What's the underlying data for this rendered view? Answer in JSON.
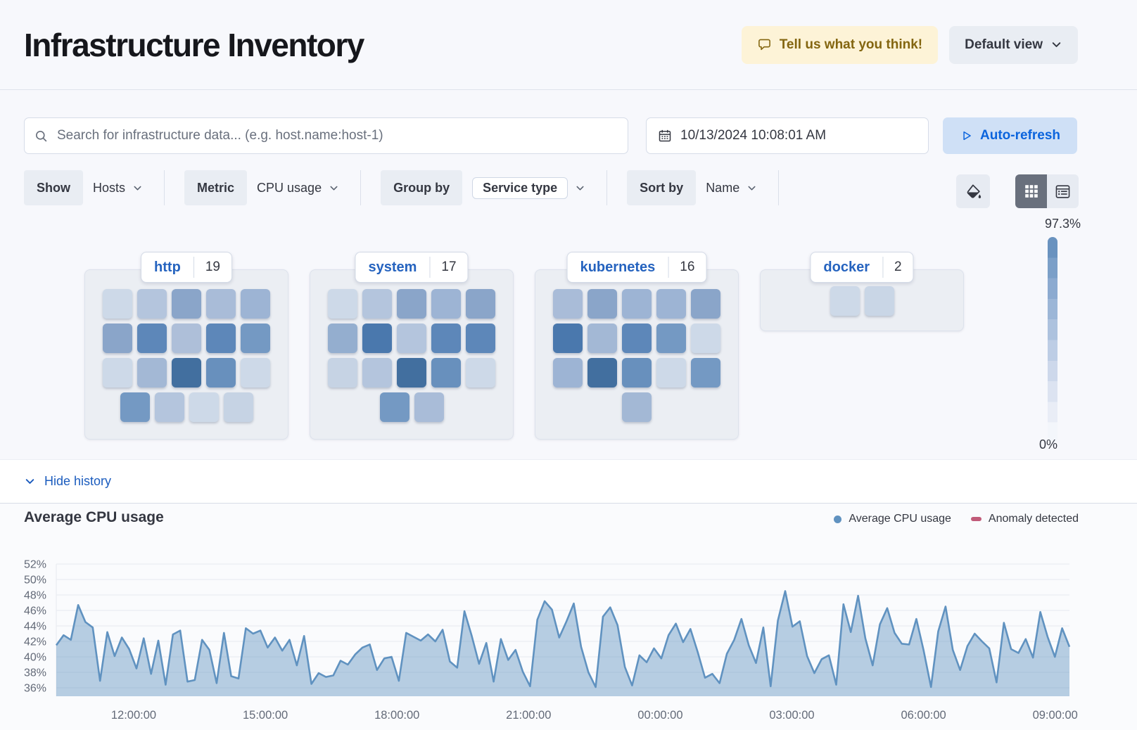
{
  "header": {
    "title": "Infrastructure Inventory",
    "feedback_button": "Tell us what you think!",
    "view_dropdown": "Default view"
  },
  "toolbar": {
    "search_placeholder": "Search for infrastructure data... (e.g. host.name:host-1)",
    "datetime": "10/13/2024 10:08:01 AM",
    "auto_refresh_label": "Auto-refresh"
  },
  "filters": {
    "show": {
      "label": "Show",
      "value": "Hosts"
    },
    "metric": {
      "label": "Metric",
      "value": "CPU usage"
    },
    "group_by": {
      "label": "Group by",
      "value": "Service type"
    },
    "sort_by": {
      "label": "Sort by",
      "value": "Name"
    }
  },
  "view_toggle": {
    "selected": "grid"
  },
  "legend_scale": {
    "max_label": "97.3%",
    "min_label": "0%",
    "colors": [
      "#6992bf",
      "#7b9fc8",
      "#8caad0",
      "#9cb6d7",
      "#adc2de",
      "#bdcde5",
      "#cdd8eb",
      "#dce3f1",
      "#e9edf6",
      "#f3f6fb"
    ]
  },
  "groups": [
    {
      "name": "http",
      "count": "19",
      "rows": [
        [
          "#cdd9e8",
          "#b4c5dd",
          "#8aa5c9",
          "#a9bcd8",
          "#9db4d4"
        ],
        [
          "#8aa5c9",
          "#5d87b9",
          "#aebfd9",
          "#5d87b9",
          "#7499c3"
        ],
        [
          "#cdd9e8",
          "#a3b8d5",
          "#426f9f",
          "#6890bd",
          "#cdd9e8"
        ],
        [
          "#7499c3",
          "#b4c5dd",
          "#cdd9e8",
          "#c6d3e4"
        ]
      ]
    },
    {
      "name": "system",
      "count": "17",
      "rows": [
        [
          "#cdd9e8",
          "#b4c5dd",
          "#8aa5c9",
          "#9db4d4",
          "#8aa5c9"
        ],
        [
          "#94aecf",
          "#4a78ad",
          "#b4c5dd",
          "#5d87b9",
          "#5d87b9"
        ],
        [
          "#c6d3e4",
          "#b4c5dd",
          "#426f9f",
          "#6890bd",
          "#cdd9e8"
        ],
        [
          "#7499c3",
          "#a9bcd8"
        ]
      ]
    },
    {
      "name": "kubernetes",
      "count": "16",
      "rows": [
        [
          "#a9bcd8",
          "#8aa5c9",
          "#9db4d4",
          "#9db4d4",
          "#8aa5c9"
        ],
        [
          "#4a78ad",
          "#a3b8d5",
          "#5d87b9",
          "#7499c3",
          "#cdd9e8"
        ],
        [
          "#9db4d4",
          "#426f9f",
          "#6890bd",
          "#cdd9e8",
          "#7499c3"
        ],
        [
          "#a3b8d5"
        ]
      ]
    },
    {
      "name": "docker",
      "count": "2",
      "rows": [
        [
          "#cdd9e8",
          "#c9d6e6"
        ]
      ]
    }
  ],
  "history": {
    "toggle_label": "Hide history",
    "chart_title": "Average CPU usage",
    "legend": [
      {
        "label": "Average CPU usage",
        "color": "#6092c0",
        "shape": "dot"
      },
      {
        "label": "Anomaly detected",
        "color": "#c15b79",
        "shape": "dash"
      }
    ]
  },
  "chart_data": {
    "type": "area",
    "title": "Average CPU usage",
    "x_tick_labels": [
      "12:00:00",
      "15:00:00",
      "18:00:00",
      "21:00:00",
      "00:00:00",
      "03:00:00",
      "06:00:00",
      "09:00:00"
    ],
    "y_tick_labels": [
      "36%",
      "38%",
      "40%",
      "42%",
      "44%",
      "46%",
      "48%",
      "50%",
      "52%"
    ],
    "y_domain": [
      35,
      52
    ],
    "grid": true,
    "legend_position": "top-right",
    "series": [
      {
        "name": "Average CPU usage",
        "color": "#6092c0",
        "fill_opacity": 0.44,
        "values": [
          41.5,
          42.8,
          42.2,
          46.7,
          44.5,
          43.8,
          36.9,
          43.2,
          40.1,
          42.5,
          41.0,
          38.5,
          42.4,
          37.8,
          42.1,
          36.4,
          42.9,
          43.4,
          36.8,
          37.0,
          42.2,
          40.9,
          36.6,
          43.1,
          37.5,
          37.2,
          43.7,
          43.0,
          43.4,
          41.2,
          42.5,
          40.8,
          42.2,
          38.9,
          42.7,
          36.5,
          37.9,
          37.4,
          37.6,
          39.5,
          39.0,
          40.3,
          41.2,
          41.6,
          38.3,
          39.8,
          40.0,
          36.9,
          43.1,
          42.6,
          42.1,
          42.9,
          42.0,
          43.5,
          39.4,
          38.6,
          45.9,
          42.7,
          39.1,
          41.8,
          36.8,
          42.3,
          39.6,
          40.9,
          38.1,
          36.2,
          44.8,
          47.2,
          46.1,
          42.5,
          44.6,
          46.9,
          41.3,
          38.0,
          36.1,
          45.2,
          46.4,
          44.1,
          38.7,
          36.3,
          40.2,
          39.3,
          41.1,
          39.8,
          42.8,
          44.3,
          41.9,
          43.6,
          40.6,
          37.3,
          37.8,
          36.6,
          40.4,
          42.2,
          44.9,
          41.5,
          39.2,
          43.8,
          36.2,
          44.7,
          48.5,
          43.9,
          44.6,
          40.1,
          37.9,
          39.7,
          40.2,
          36.4,
          46.8,
          43.2,
          47.9,
          42.4,
          38.9,
          44.2,
          46.3,
          43.1,
          41.7,
          41.6,
          44.9,
          40.8,
          36.1,
          43.3,
          46.5,
          40.9,
          38.3,
          41.4,
          43.0,
          42.0,
          41.1,
          36.7,
          44.4,
          41.0,
          40.5,
          42.3,
          39.9,
          45.8,
          42.6,
          40.0,
          43.7,
          41.3
        ]
      }
    ]
  }
}
